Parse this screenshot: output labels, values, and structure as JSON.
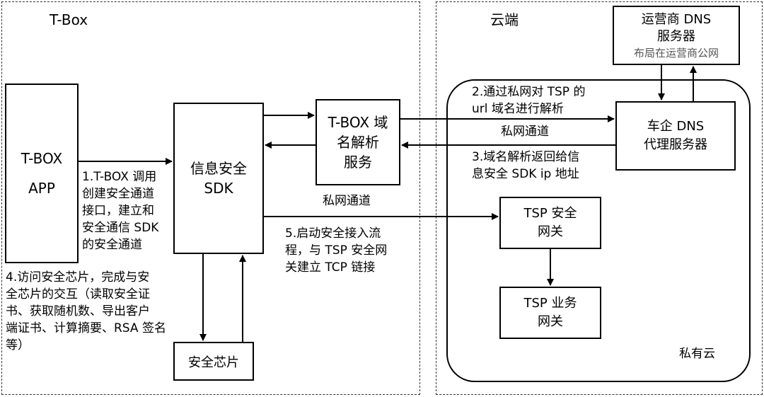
{
  "regions": {
    "tbox": "T-Box",
    "cloud": "云端",
    "private_cloud": "私有云"
  },
  "nodes": {
    "tbox_app": [
      "T-BOX",
      "APP"
    ],
    "sdk": [
      "信息安全",
      "SDK"
    ],
    "dns_service": [
      "T-BOX 域",
      "名解析",
      "服务"
    ],
    "chip": "安全芯片",
    "operator_dns": [
      "运营商 DNS",
      "服务器"
    ],
    "operator_note": "布局在运营商公网",
    "car_dns": [
      "车企 DNS",
      "代理服务器"
    ],
    "tsp_gateway": [
      "TSP 安全",
      "网关"
    ],
    "tsp_business": [
      "TSP 业务",
      "网关"
    ]
  },
  "labels": {
    "step1": [
      "1.T-BOX 调用",
      "创建安全通道",
      "接口，建立和",
      "安全通信 SDK",
      "的安全通道"
    ],
    "step2": [
      "2.通过私网对 TSP 的",
      "url 域名进行解析"
    ],
    "private_net_top": "私网通道",
    "step3": [
      "3.域名解析返回给信",
      "息安全 SDK ip 地址"
    ],
    "private_net_mid": "私网通道",
    "step4": [
      "4.访问安全芯片，完成与安",
      "全芯片的交互（读取安全证",
      "书、获取随机数、导出客户",
      "端证书、计算摘要、RSA 签名",
      "等）"
    ],
    "step5": [
      "5.启动安全接入流",
      "程，与 TSP 安全网",
      "关建立 TCP 链接"
    ]
  }
}
